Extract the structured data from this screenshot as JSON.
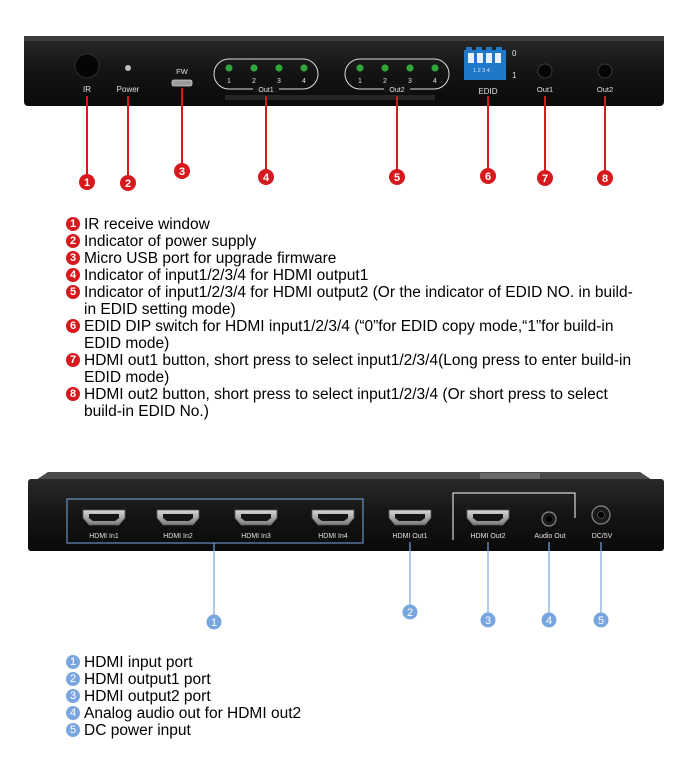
{
  "front_panel": {
    "labels": {
      "ir": "IR",
      "power": "Power",
      "fw": "FW",
      "out1_group": "Out1",
      "out2_group": "Out2",
      "edid": "EDID",
      "btn_out1": "Out1",
      "btn_out2": "Out2",
      "dip_state_0": "0",
      "dip_state_1": "1"
    },
    "led_numbers": [
      "1",
      "2",
      "3",
      "4"
    ],
    "callouts": [
      "1",
      "2",
      "3",
      "4",
      "5",
      "6",
      "7",
      "8"
    ],
    "legend": [
      {
        "num": "1",
        "text": "IR receive window"
      },
      {
        "num": "2",
        "text": "Indicator of power supply"
      },
      {
        "num": "3",
        "text": "Micro USB port for upgrade firmware"
      },
      {
        "num": "4",
        "text": "Indicator of input1/2/3/4 for HDMI output1"
      },
      {
        "num": "5",
        "text": "Indicator of input1/2/3/4 for HDMI output2 (Or the indicator of EDID NO. in build-in EDID setting mode)"
      },
      {
        "num": "6",
        "text": "EDID DIP switch for HDMI input1/2/3/4 (“0”for EDID copy mode,“1”for build-in EDID mode)"
      },
      {
        "num": "7",
        "text": "HDMI out1 button, short press to select input1/2/3/4(Long press to enter build-in EDID mode)"
      },
      {
        "num": "8",
        "text": "HDMI out2 button, short press to select input1/2/3/4 (Or short press to select build-in EDID No.)"
      }
    ],
    "colors": {
      "callout": "#d7191d",
      "led": "#2fa53a",
      "dip": "#1f78c8"
    }
  },
  "rear_panel": {
    "labels": {
      "hdmi_in1": "HDMI In1",
      "hdmi_in2": "HDMI In2",
      "hdmi_in3": "HDMI In3",
      "hdmi_in4": "HDMI In4",
      "hdmi_out1": "HDMI Out1",
      "hdmi_out2": "HDMI Out2",
      "audio_out": "Audio Out",
      "dc": "DC/5V"
    },
    "callouts": [
      "1",
      "2",
      "3",
      "4",
      "5"
    ],
    "legend": [
      {
        "num": "1",
        "text": "HDMI input port"
      },
      {
        "num": "2",
        "text": "HDMI output1 port"
      },
      {
        "num": "3",
        "text": "HDMI output2 port"
      },
      {
        "num": "4",
        "text": "Analog audio out for HDMI out2"
      },
      {
        "num": "5",
        "text": "DC power input"
      }
    ],
    "colors": {
      "callout": "#7aa6e0"
    }
  }
}
